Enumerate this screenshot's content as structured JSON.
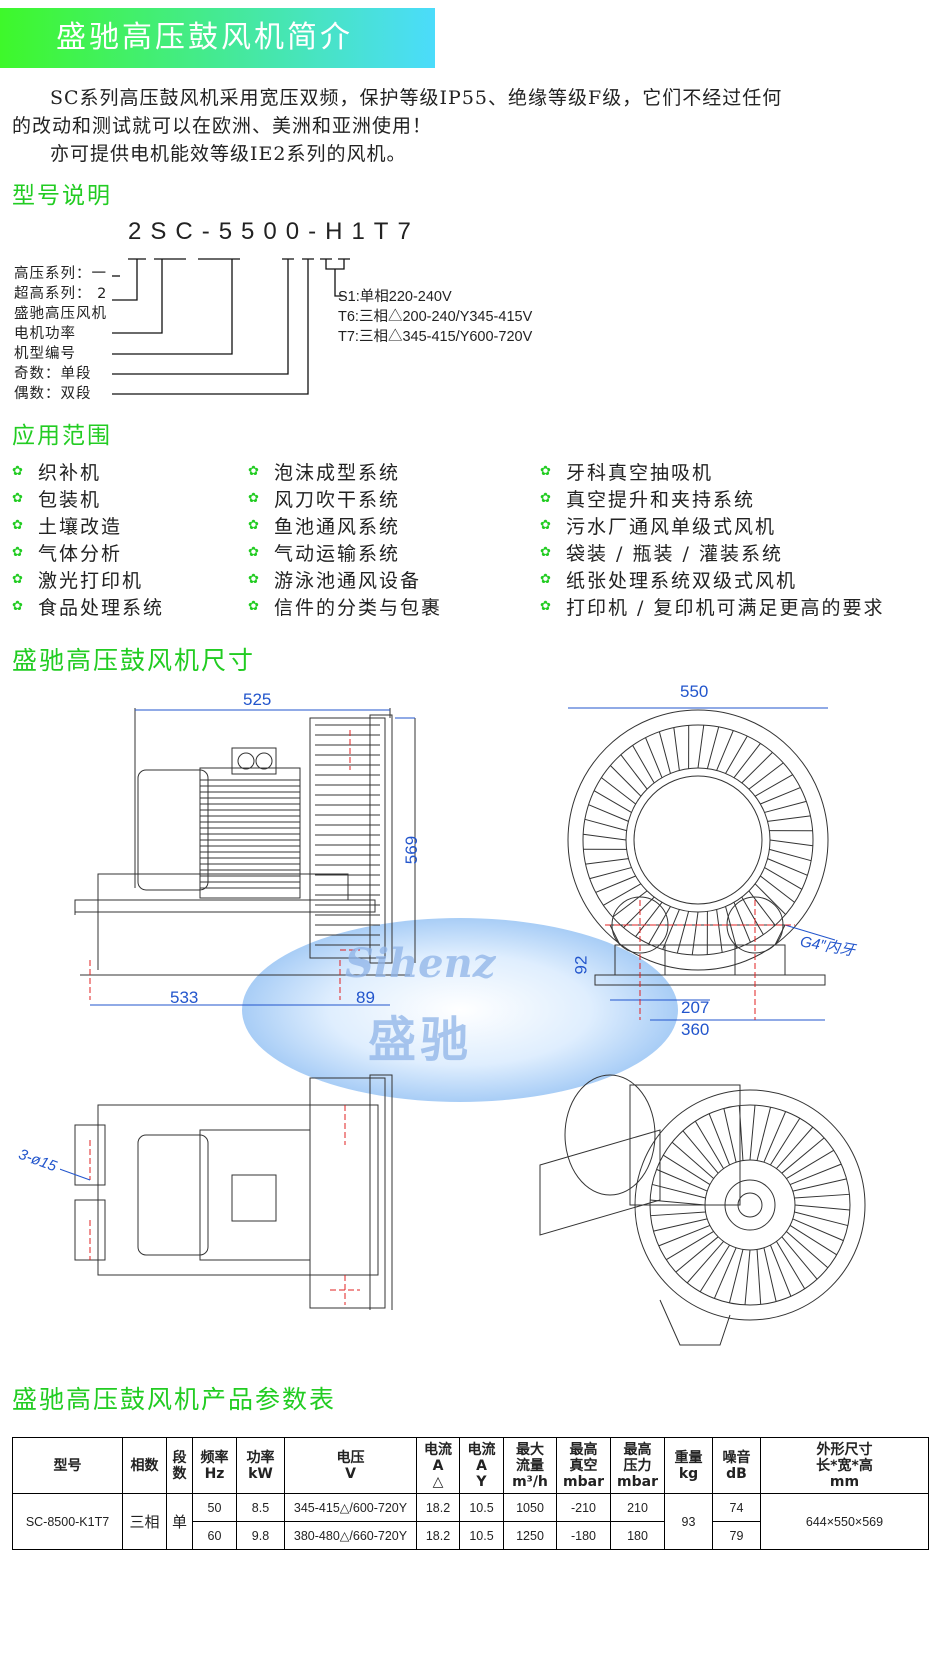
{
  "header": {
    "title": "盛驰高压鼓风机简介"
  },
  "intro": {
    "p1a": "SC系列高压鼓风机采用宽压双频，保护等级IP55、绝缘等级F级，它们不经过任何",
    "p1b": "的改动和测试就可以在欧洲、美洲和亚洲使用！",
    "p2": "亦可提供电机能效等级IE2系列的风机。"
  },
  "model": {
    "title": "型号说明",
    "code": [
      "2",
      "SC",
      "-",
      "5500",
      "-",
      "H",
      "1",
      "T",
      "7"
    ],
    "labels": [
      "高压系列：一",
      "超高系列： 2",
      "盛驰高压风机",
      "电机功率",
      "机型编号",
      "奇数：单段",
      "偶数：双段"
    ],
    "voltages": [
      "S1:单相220-240V",
      "T6:三相△200-240/Y345-415V",
      "T7:三相△345-415/Y600-720V"
    ]
  },
  "applications": {
    "title": "应用范围",
    "columns": [
      [
        "织补机",
        "包装机",
        "土壤改造",
        "气体分析",
        "激光打印机",
        "食品处理系统"
      ],
      [
        "泡沫成型系统",
        "风刀吹干系统",
        "鱼池通风系统",
        "气动运输系统",
        "游泳池通风设备",
        "信件的分类与包裹"
      ],
      [
        "牙科真空抽吸机",
        "真空提升和夹持系统",
        "污水厂通风单级式风机",
        "袋装 / 瓶装 / 灌装系统",
        "纸张处理系统双级式风机",
        "打印机 / 复印机可满足更高的要求"
      ]
    ]
  },
  "dimensions": {
    "title": "盛驰高压鼓风机尺寸",
    "side": {
      "length": "525",
      "height": "569",
      "base": "533",
      "offset": "89"
    },
    "front": {
      "width": "550",
      "foot_height": "92",
      "foot_inner": "207",
      "foot_outer": "360",
      "port": "G4″内牙"
    },
    "top": {
      "holes": "3-ø15"
    },
    "watermark": [
      "Sihenz",
      "盛驰"
    ]
  },
  "table": {
    "title": "盛驰高压鼓风机产品参数表",
    "headers": [
      "型号",
      "相数",
      "段数",
      "频率\nHz",
      "功率\nkW",
      "电压\nV",
      "电流\nA\n△",
      "电流\nA\nY",
      "最大\n流量\nm³/h",
      "最高\n真空\nmbar",
      "最高\n压力\nmbar",
      "重量\nkg",
      "噪音\ndB",
      "外形尺寸\n长*宽*高\nmm"
    ],
    "model": "SC-8500-K1T7",
    "phase": "三相",
    "stage": "单",
    "weight": "93",
    "size": "644×550×569",
    "rows": [
      {
        "hz": "50",
        "kw": "8.5",
        "v": "345-415△/600-720Y",
        "a1": "18.2",
        "a2": "10.5",
        "flow": "1050",
        "vac": "-210",
        "pres": "210",
        "db": "74"
      },
      {
        "hz": "60",
        "kw": "9.8",
        "v": "380-480△/660-720Y",
        "a1": "18.2",
        "a2": "10.5",
        "flow": "1250",
        "vac": "-180",
        "pres": "180",
        "db": "79"
      }
    ]
  },
  "colors": {
    "accent": "#22cc22",
    "dim": "#2255cc",
    "center": "#e02020"
  }
}
